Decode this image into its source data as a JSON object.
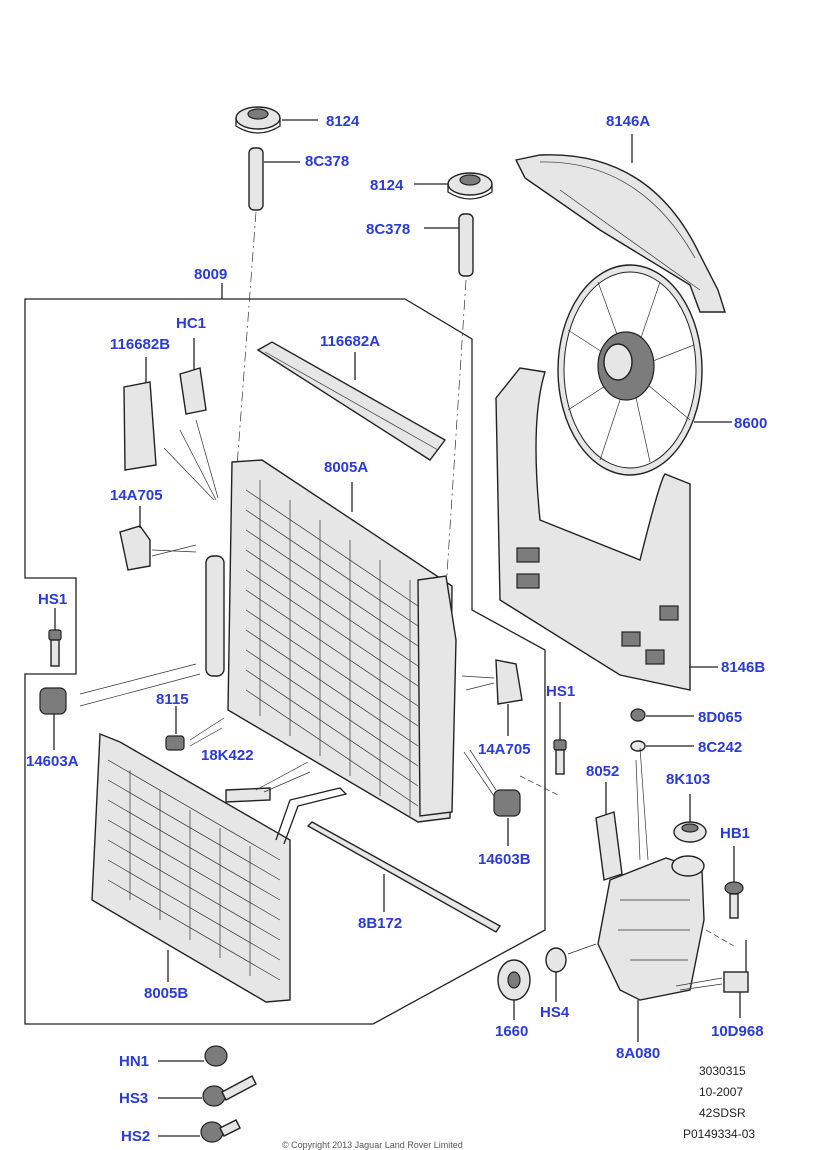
{
  "colors": {
    "label": "#2a3bd6",
    "outline": "#222222",
    "part_fill": "#e6e6e6",
    "background": "#ffffff"
  },
  "labels": {
    "p8124_top": "8124",
    "p8c378_top": "8C378",
    "p8124_mid": "8124",
    "p8c378_mid": "8C378",
    "p8146a": "8146A",
    "p8009": "8009",
    "phc1": "HC1",
    "p116682b": "116682B",
    "p116682a": "116682A",
    "p8005a": "8005A",
    "p14a705_left": "14A705",
    "p8600": "8600",
    "phs1_left": "HS1",
    "p8146b": "8146B",
    "p8115": "8115",
    "phs1_right": "HS1",
    "p8d065": "8D065",
    "p14603a": "14603A",
    "p18k422": "18K422",
    "p14a705_right": "14A705",
    "p8c242": "8C242",
    "p8052": "8052",
    "p8k103": "8K103",
    "phb1": "HB1",
    "p14603b": "14603B",
    "p8b172": "8B172",
    "p8005b": "8005B",
    "phs4": "HS4",
    "p1660": "1660",
    "p8a080": "8A080",
    "p10d968": "10D968",
    "phn1": "HN1",
    "phs3": "HS3",
    "phs2": "HS2"
  },
  "info_block": {
    "line1": "3030315",
    "line2": "10-2007",
    "line3": "42SDSR",
    "line4": "P0149334-03"
  },
  "footer_text": "© Copyright 2013 Jaguar Land Rover Limited"
}
